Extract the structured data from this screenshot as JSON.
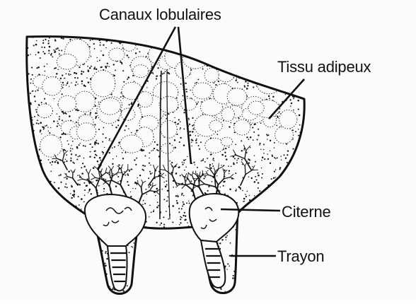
{
  "figure": {
    "language": "fr",
    "labels": {
      "canaux_lobulaires": "Canaux lobulaires",
      "tissu_adipeux": "Tissu adipeux",
      "citerne": "Citerne",
      "trayon": "Trayon"
    }
  },
  "colors": {
    "ink": "#111111",
    "paper": "#fbfbfb"
  }
}
